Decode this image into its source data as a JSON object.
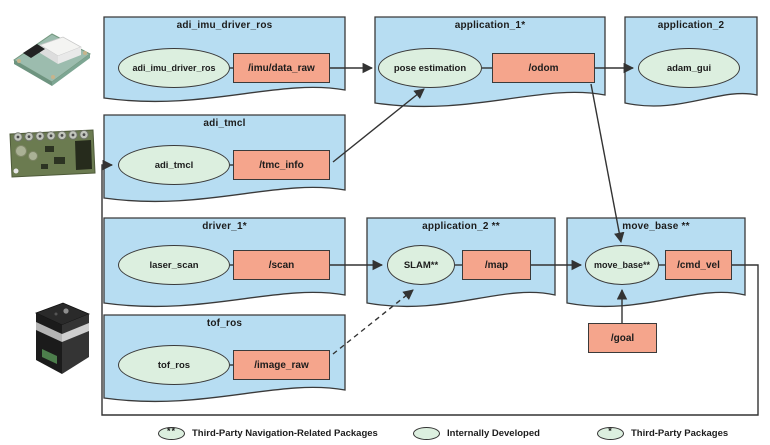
{
  "diagram": {
    "packages": [
      {
        "title": "adi_imu_driver_ros"
      },
      {
        "title": "application_1*"
      },
      {
        "title": "application_2"
      },
      {
        "title": "adi_tmcl"
      },
      {
        "title": "driver_1*"
      },
      {
        "title": "application_2 **"
      },
      {
        "title": "move_base **"
      },
      {
        "title": "tof_ros"
      }
    ],
    "nodes": [
      {
        "label": "adi_imu_driver_ros"
      },
      {
        "label": "pose estimation"
      },
      {
        "label": "adam_gui"
      },
      {
        "label": "adi_tmcl"
      },
      {
        "label": "laser_scan"
      },
      {
        "label": "SLAM**"
      },
      {
        "label": "move_base**"
      },
      {
        "label": "tof_ros"
      }
    ],
    "topics": [
      {
        "label": "/imu/data_raw"
      },
      {
        "label": "/odom"
      },
      {
        "label": "/tmc_info"
      },
      {
        "label": "/scan"
      },
      {
        "label": "/map"
      },
      {
        "label": "/cmd_vel"
      },
      {
        "label": "/image_raw"
      },
      {
        "label": "/goal"
      }
    ],
    "legend": [
      {
        "symbol": "**",
        "label": "Third-Party Navigation-Related Packages"
      },
      {
        "symbol": "",
        "label": "Internally Developed"
      },
      {
        "symbol": "*",
        "label": "Third-Party Packages"
      }
    ],
    "hardware_images": [
      {
        "name": "imu-sensor-board"
      },
      {
        "name": "motor-controller-board"
      },
      {
        "name": "tof-camera-module"
      }
    ],
    "colors": {
      "package_fill": "#b7ddf2",
      "node_fill": "#dcefdf",
      "topic_fill": "#f5a58c",
      "line": "#333333"
    }
  }
}
